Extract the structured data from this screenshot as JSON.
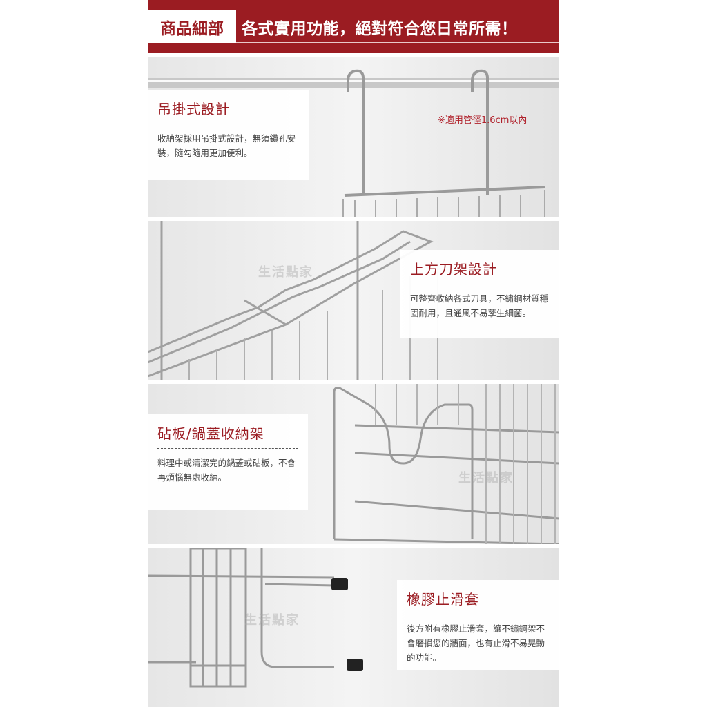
{
  "header": {
    "tag": "商品細部",
    "title": "各式實用功能，絕對符合您日常所需！"
  },
  "watermark": "生活點家",
  "sections": [
    {
      "title": "吊掛式設計",
      "desc": "收納架採用吊掛式設計，無須鑽孔安裝，隨勾隨用更加便利。",
      "note": "※適用管徑1.6cm以內"
    },
    {
      "title": "上方刀架設計",
      "desc": "可整齊收納各式刀具，不鏽鋼材質穩固耐用，且通風不易孳生細菌。"
    },
    {
      "title": "砧板/鍋蓋收納架",
      "desc": "料理中或清潔完的鍋蓋或砧板，不會再煩惱無處收納。"
    },
    {
      "title": "橡膠止滑套",
      "desc": "後方附有橡膠止滑套，讓不鏽鋼架不會磨損您的牆面，也有止滑不易晃動的功能。"
    }
  ],
  "colors": {
    "brand": "#9b1c22"
  }
}
